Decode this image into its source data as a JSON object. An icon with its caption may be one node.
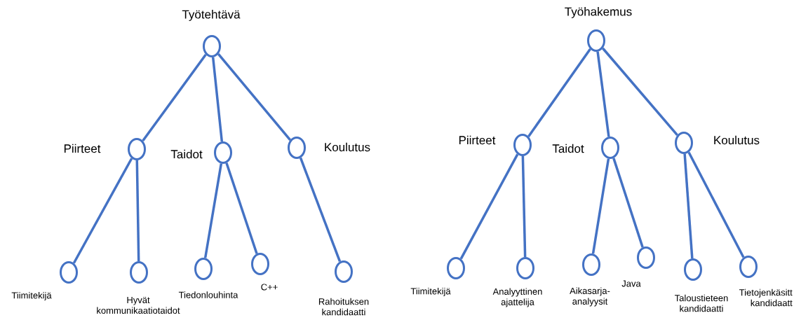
{
  "diagram": {
    "nodes": [
      {
        "text": [],
        "shape": "circle",
        "beside": [
          "Työtehtävä"
        ]
      },
      {
        "text": [],
        "shape": "circle",
        "beside": [
          "Piirteet"
        ]
      },
      {
        "text": [],
        "shape": "circle",
        "beside": [
          "Taidot"
        ]
      },
      {
        "text": [],
        "shape": "circle",
        "beside": [
          "Koulutus"
        ]
      },
      {
        "text": [],
        "shape": "circle",
        "beside": [
          "Tiimitekijä"
        ]
      },
      {
        "text": [],
        "shape": "circle",
        "beside": [
          "Hyvät kommunikaatiotaidot"
        ]
      },
      {
        "text": [],
        "shape": "circle",
        "beside": [
          "Tiedonlouhinta"
        ]
      },
      {
        "text": [],
        "shape": "circle",
        "beside": [
          "C++"
        ]
      },
      {
        "text": [],
        "shape": "circle",
        "beside": [
          "Rahoituksen kandidaatti"
        ]
      },
      {
        "text": [],
        "shape": "circle",
        "beside": [
          "Työhakemus"
        ]
      },
      {
        "text": [],
        "shape": "circle",
        "beside": [
          "Piirteet"
        ]
      },
      {
        "text": [],
        "shape": "circle",
        "beside": [
          "Taidot"
        ]
      },
      {
        "text": [],
        "shape": "circle",
        "beside": [
          "Koulutus"
        ]
      },
      {
        "text": [],
        "shape": "circle",
        "beside": [
          "Tiimitekijä"
        ]
      },
      {
        "text": [],
        "shape": "circle",
        "beside": [
          "Analyyttinen ajattelija"
        ]
      },
      {
        "text": [],
        "shape": "circle",
        "beside": [
          "Aikasarja- analyysit"
        ]
      },
      {
        "text": [],
        "shape": "circle",
        "beside": [
          "Java"
        ]
      },
      {
        "text": [],
        "shape": "circle",
        "beside": [
          "Taloustieteen kandidaatti"
        ]
      },
      {
        "text": [],
        "shape": "circle",
        "beside": [
          "Tietojenkäsitt kandidaatt"
        ]
      }
    ],
    "edges": [
      {
        "from": 0,
        "to": 1,
        "arrow": "none"
      },
      {
        "from": 0,
        "to": 2,
        "arrow": "none"
      },
      {
        "from": 0,
        "to": 3,
        "arrow": "none"
      },
      {
        "from": 1,
        "to": 4,
        "arrow": "none"
      },
      {
        "from": 1,
        "to": 5,
        "arrow": "none"
      },
      {
        "from": 2,
        "to": 6,
        "arrow": "none"
      },
      {
        "from": 2,
        "to": 7,
        "arrow": "none"
      },
      {
        "from": 3,
        "to": 8,
        "arrow": "none"
      },
      {
        "from": 9,
        "to": 10,
        "arrow": "none"
      },
      {
        "from": 9,
        "to": 11,
        "arrow": "none"
      },
      {
        "from": 9,
        "to": 12,
        "arrow": "none"
      },
      {
        "from": 10,
        "to": 13,
        "arrow": "none"
      },
      {
        "from": 10,
        "to": 14,
        "arrow": "none"
      },
      {
        "from": 11,
        "to": 15,
        "arrow": "none"
      },
      {
        "from": 11,
        "to": 16,
        "arrow": "none"
      },
      {
        "from": 12,
        "to": 17,
        "arrow": "none"
      },
      {
        "from": 12,
        "to": 18,
        "arrow": "none"
      }
    ]
  }
}
